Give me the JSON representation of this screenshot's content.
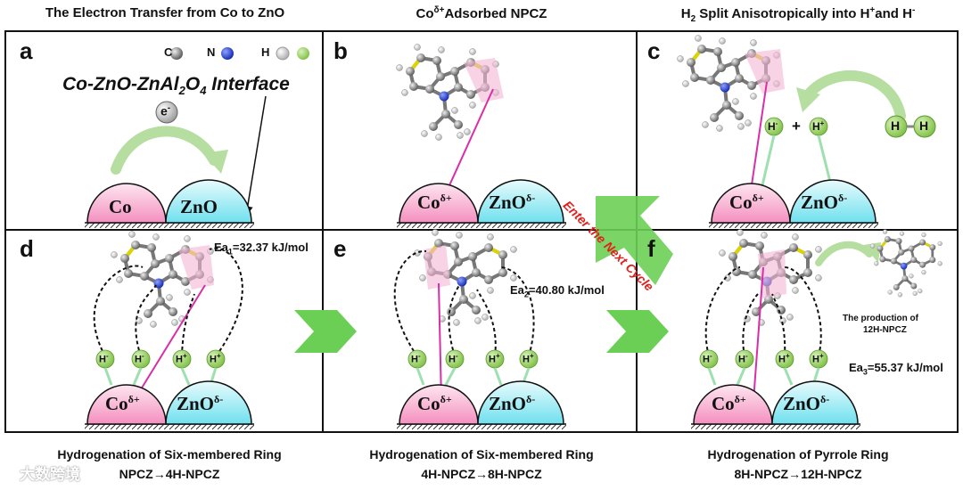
{
  "headers": {
    "col1": "The Electron Transfer from Co to ZnO",
    "col2_main": "Co",
    "col2_sup": "δ+",
    "col2_rest": "Adsorbed NPCZ",
    "col3_a": "H",
    "col3_sub": "2",
    "col3_b": " Split Anisotropically into H",
    "col3_sup1": "+",
    "col3_c": "and H",
    "col3_sup2": "-"
  },
  "panels": {
    "a": {
      "label": "a",
      "legend_c": "C",
      "legend_n": "N",
      "legend_h": "H",
      "interface_label": "Co-ZnO-ZnAl",
      "interface_sub1": "2",
      "interface_mid": "O",
      "interface_sub2": "4",
      "interface_tail": " Interface",
      "electron": "e",
      "electron_sup": "-",
      "co": "Co",
      "zno": "ZnO"
    },
    "b": {
      "label": "b"
    },
    "c": {
      "label": "c",
      "h_minus": "H",
      "h_minus_sup": "-",
      "plus": "+",
      "h_plus": "H",
      "h_plus_sup": "+",
      "h_atom": "H"
    },
    "d": {
      "label": "d",
      "ea": "Ea",
      "ea_sub": "1",
      "ea_val": "=32.37 kJ/mol"
    },
    "e": {
      "label": "e",
      "ea": "Ea",
      "ea_sub": "2",
      "ea_val": "=40.80 kJ/mol"
    },
    "f": {
      "label": "f",
      "ea": "Ea",
      "ea_sub": "3",
      "ea_val": "=55.37 kJ/mol",
      "product_line1": "The production of",
      "product_line2": "12H-NPCZ"
    }
  },
  "surface": {
    "co": "Co",
    "co_sup": "δ+",
    "zno": "ZnO",
    "zno_sup": "δ-",
    "h_minus": "H",
    "h_minus_sup": "-",
    "h_plus": "H",
    "h_plus_sup": "+"
  },
  "cycle_text": "Enter the Next Cycle",
  "captions": {
    "d_title": "Hydrogenation of Six-membered Ring",
    "d_sub": "NPCZ→4H-NPCZ",
    "e_title": "Hydrogenation of Six-membered Ring",
    "e_sub": "4H-NPCZ→8H-NPCZ",
    "f_title": "Hydrogenation of Pyrrole Ring",
    "f_sub": "8H-NPCZ→12H-NPCZ"
  },
  "watermark": "大数跨境",
  "colors": {
    "co_fill": "#f5a3c7",
    "zno_fill": "#7fe3ee",
    "h_ball": "#8fce5a",
    "arrow_green": "#6ccf55",
    "pink_bond": "#d92fa6",
    "red_text": "#e0201c"
  }
}
